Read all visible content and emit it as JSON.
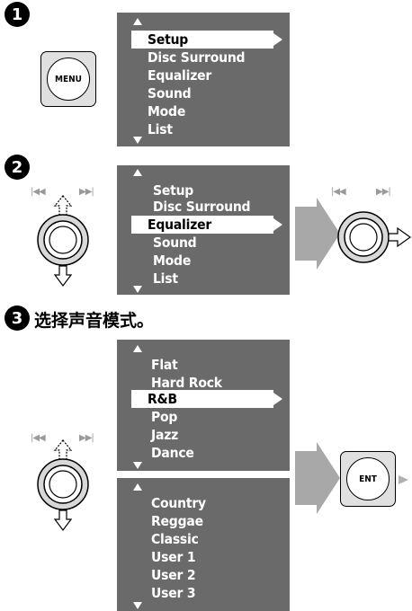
{
  "steps": {
    "s1": "1",
    "s2": "2",
    "s3": "3",
    "s3_text": "选择声音模式。"
  },
  "buttons": {
    "menu": "MENU",
    "ent": "ENT"
  },
  "track_icons": {
    "prev": "|◀◀",
    "next": "▶▶|"
  },
  "menu1": {
    "items": [
      "Setup",
      "Disc Surround",
      "Equalizer",
      "Sound",
      "Mode",
      "List"
    ],
    "selected": "Setup"
  },
  "menu2": {
    "items": [
      "Setup",
      "Disc Surround",
      "Equalizer",
      "Sound",
      "Mode",
      "List"
    ],
    "selected": "Equalizer"
  },
  "menu3": {
    "items": [
      "Flat",
      "Hard Rock",
      "R&B",
      "Pop",
      "Jazz",
      "Dance"
    ],
    "selected": "R&B"
  },
  "menu4": {
    "items": [
      "Country",
      "Reggae",
      "Classic",
      "User 1",
      "User 2",
      "User 3"
    ]
  },
  "colors": {
    "panel": "#6a6a6a",
    "arrow": "#a8a8a8"
  }
}
